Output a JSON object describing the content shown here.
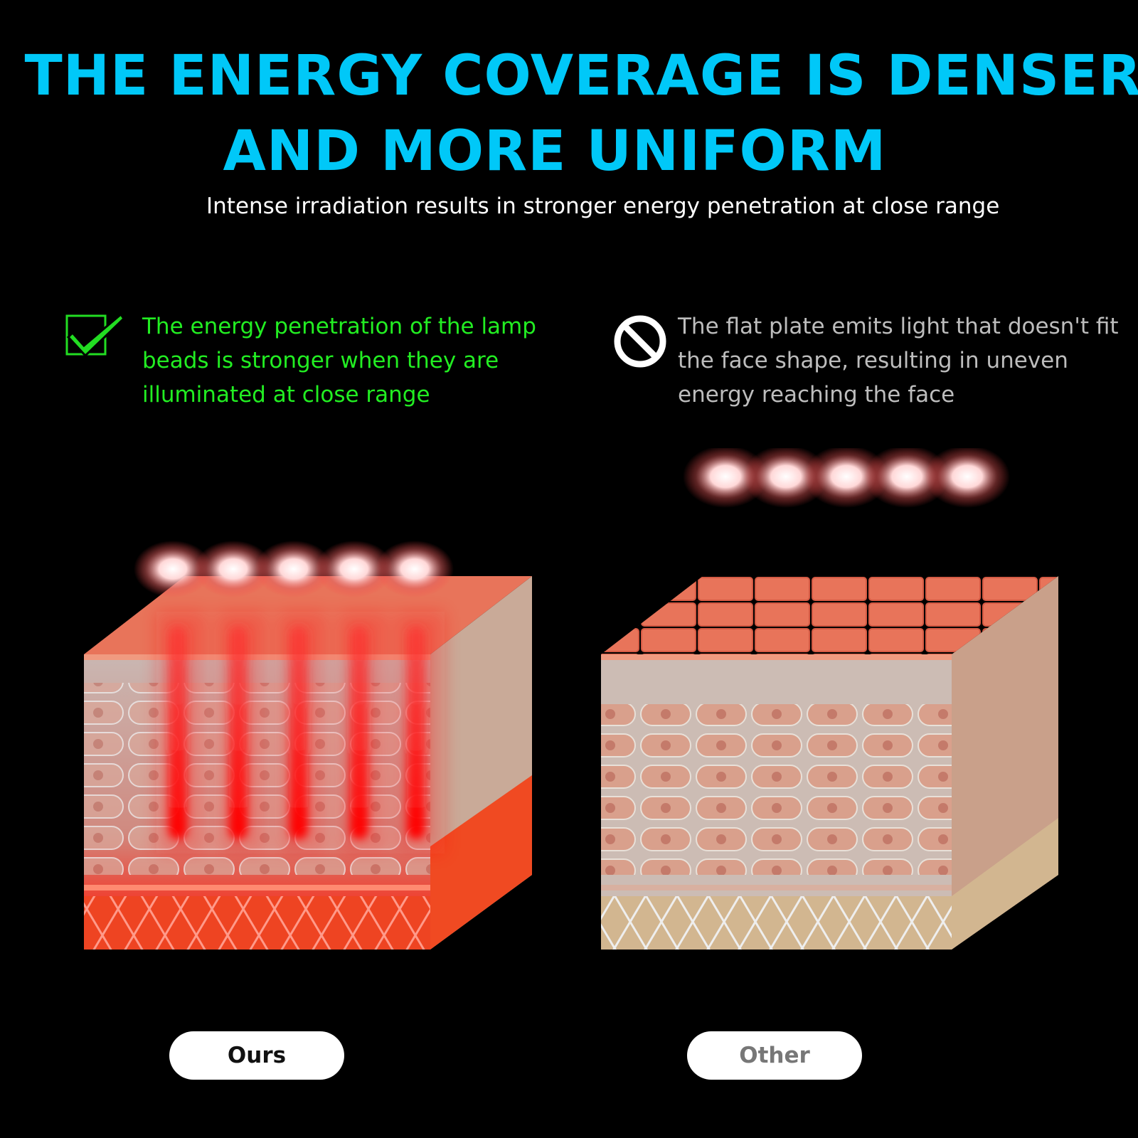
{
  "title": {
    "line1": "THE ENERGY COVERAGE IS DENSER",
    "line2": "AND MORE UNIFORM"
  },
  "subtitle": "Intense irradiation results in stronger energy penetration at close range",
  "ours": {
    "note_lines": [
      "The energy penetration of the lamp",
      "beads is stronger when they are",
      "illuminated at close range"
    ],
    "label": "Ours",
    "icon": "checkmark-icon",
    "accent": "#22ee22",
    "beam_color": "#ff1a1a"
  },
  "other": {
    "note_lines": [
      "The flat plate emits light that doesn't fit",
      "the face shape, resulting in uneven",
      "energy reaching the face"
    ],
    "label": "Other",
    "icon": "prohibited-icon",
    "text_color": "#bdbdbd"
  },
  "colors": {
    "title": "#00c8f8",
    "background": "#000000",
    "skin_top": "#e8745a",
    "skin_tan": "#d4b08c",
    "fat_ours": "#ee4422"
  }
}
